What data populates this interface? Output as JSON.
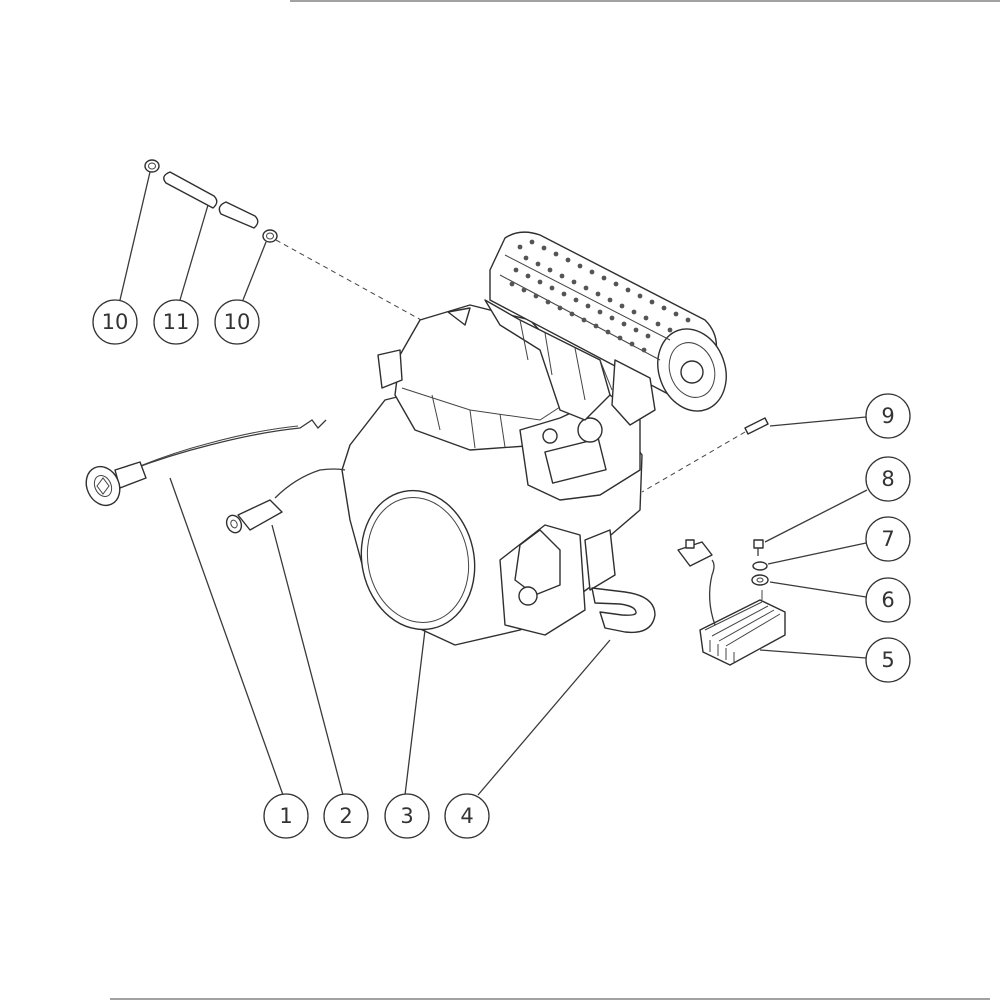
{
  "callouts": [
    {
      "id": "c10a",
      "text": "10"
    },
    {
      "id": "c11",
      "text": "11"
    },
    {
      "id": "c10b",
      "text": "10"
    },
    {
      "id": "c9",
      "text": "9"
    },
    {
      "id": "c8",
      "text": "8"
    },
    {
      "id": "c7",
      "text": "7"
    },
    {
      "id": "c6",
      "text": "6"
    },
    {
      "id": "c5",
      "text": "5"
    },
    {
      "id": "c1",
      "text": "1"
    },
    {
      "id": "c2",
      "text": "2"
    },
    {
      "id": "c3",
      "text": "3"
    },
    {
      "id": "c4",
      "text": "4"
    }
  ]
}
